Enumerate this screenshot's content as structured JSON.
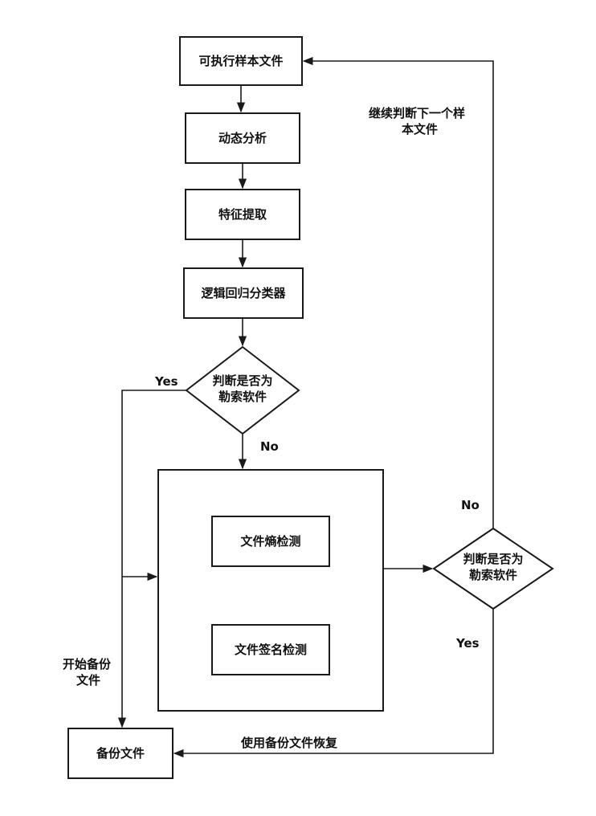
{
  "nodes": {
    "sample": "可执行样本文件",
    "dynamic": "动态分析",
    "feature": "特征提取",
    "classifier": "逻辑回归分类器",
    "judge1_line1": "判断是否为",
    "judge1_line2": "勒索软件",
    "entropy": "文件熵检测",
    "signature": "文件签名检测",
    "judge2_line1": "判断是否为",
    "judge2_line2": "勒索软件",
    "backup": "备份文件"
  },
  "edges": {
    "yes_left": "Yes",
    "no_down": "No",
    "no_up": "No",
    "yes_down": "Yes",
    "next_line1": "继续判断下一个样",
    "next_line2": "本文件",
    "start_backup_line1": "开始备份",
    "start_backup_line2": "文件",
    "restore": "使用备份文件恢复"
  }
}
